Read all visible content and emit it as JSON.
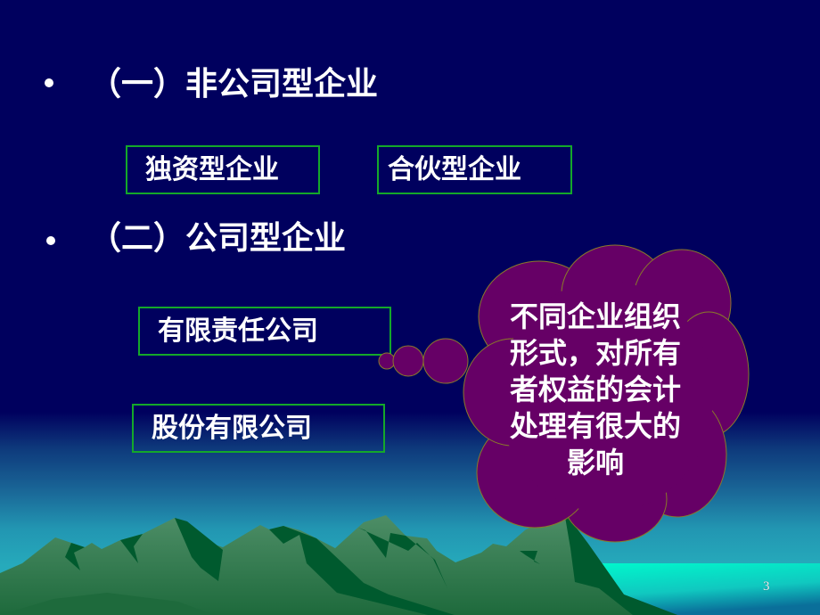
{
  "slide": {
    "page_number": "3",
    "colors": {
      "background_top": "#00005e",
      "background_bottom": "#2aafbf",
      "box_border": "#14a82a",
      "cloud_fill": "#660066",
      "cloud_outline": "#8a7a2a",
      "sea": "#00f0c8",
      "mountain_light": "#4a8a64",
      "mountain_dark": "#005a2e"
    },
    "sections": [
      {
        "bullet": "•",
        "heading": "（一）非公司型企业",
        "boxes": [
          "独资型企业",
          "合伙型企业"
        ]
      },
      {
        "bullet": "•",
        "heading": "（二）公司型企业",
        "boxes": [
          "有限责任公司",
          "股份有限公司"
        ]
      }
    ],
    "callout": {
      "shape": "thought-cloud",
      "text": "不同企业组织形式，对所有者权益的会计处理有很大的影响"
    },
    "decoration": {
      "background_image": "mountains-and-sea"
    }
  }
}
